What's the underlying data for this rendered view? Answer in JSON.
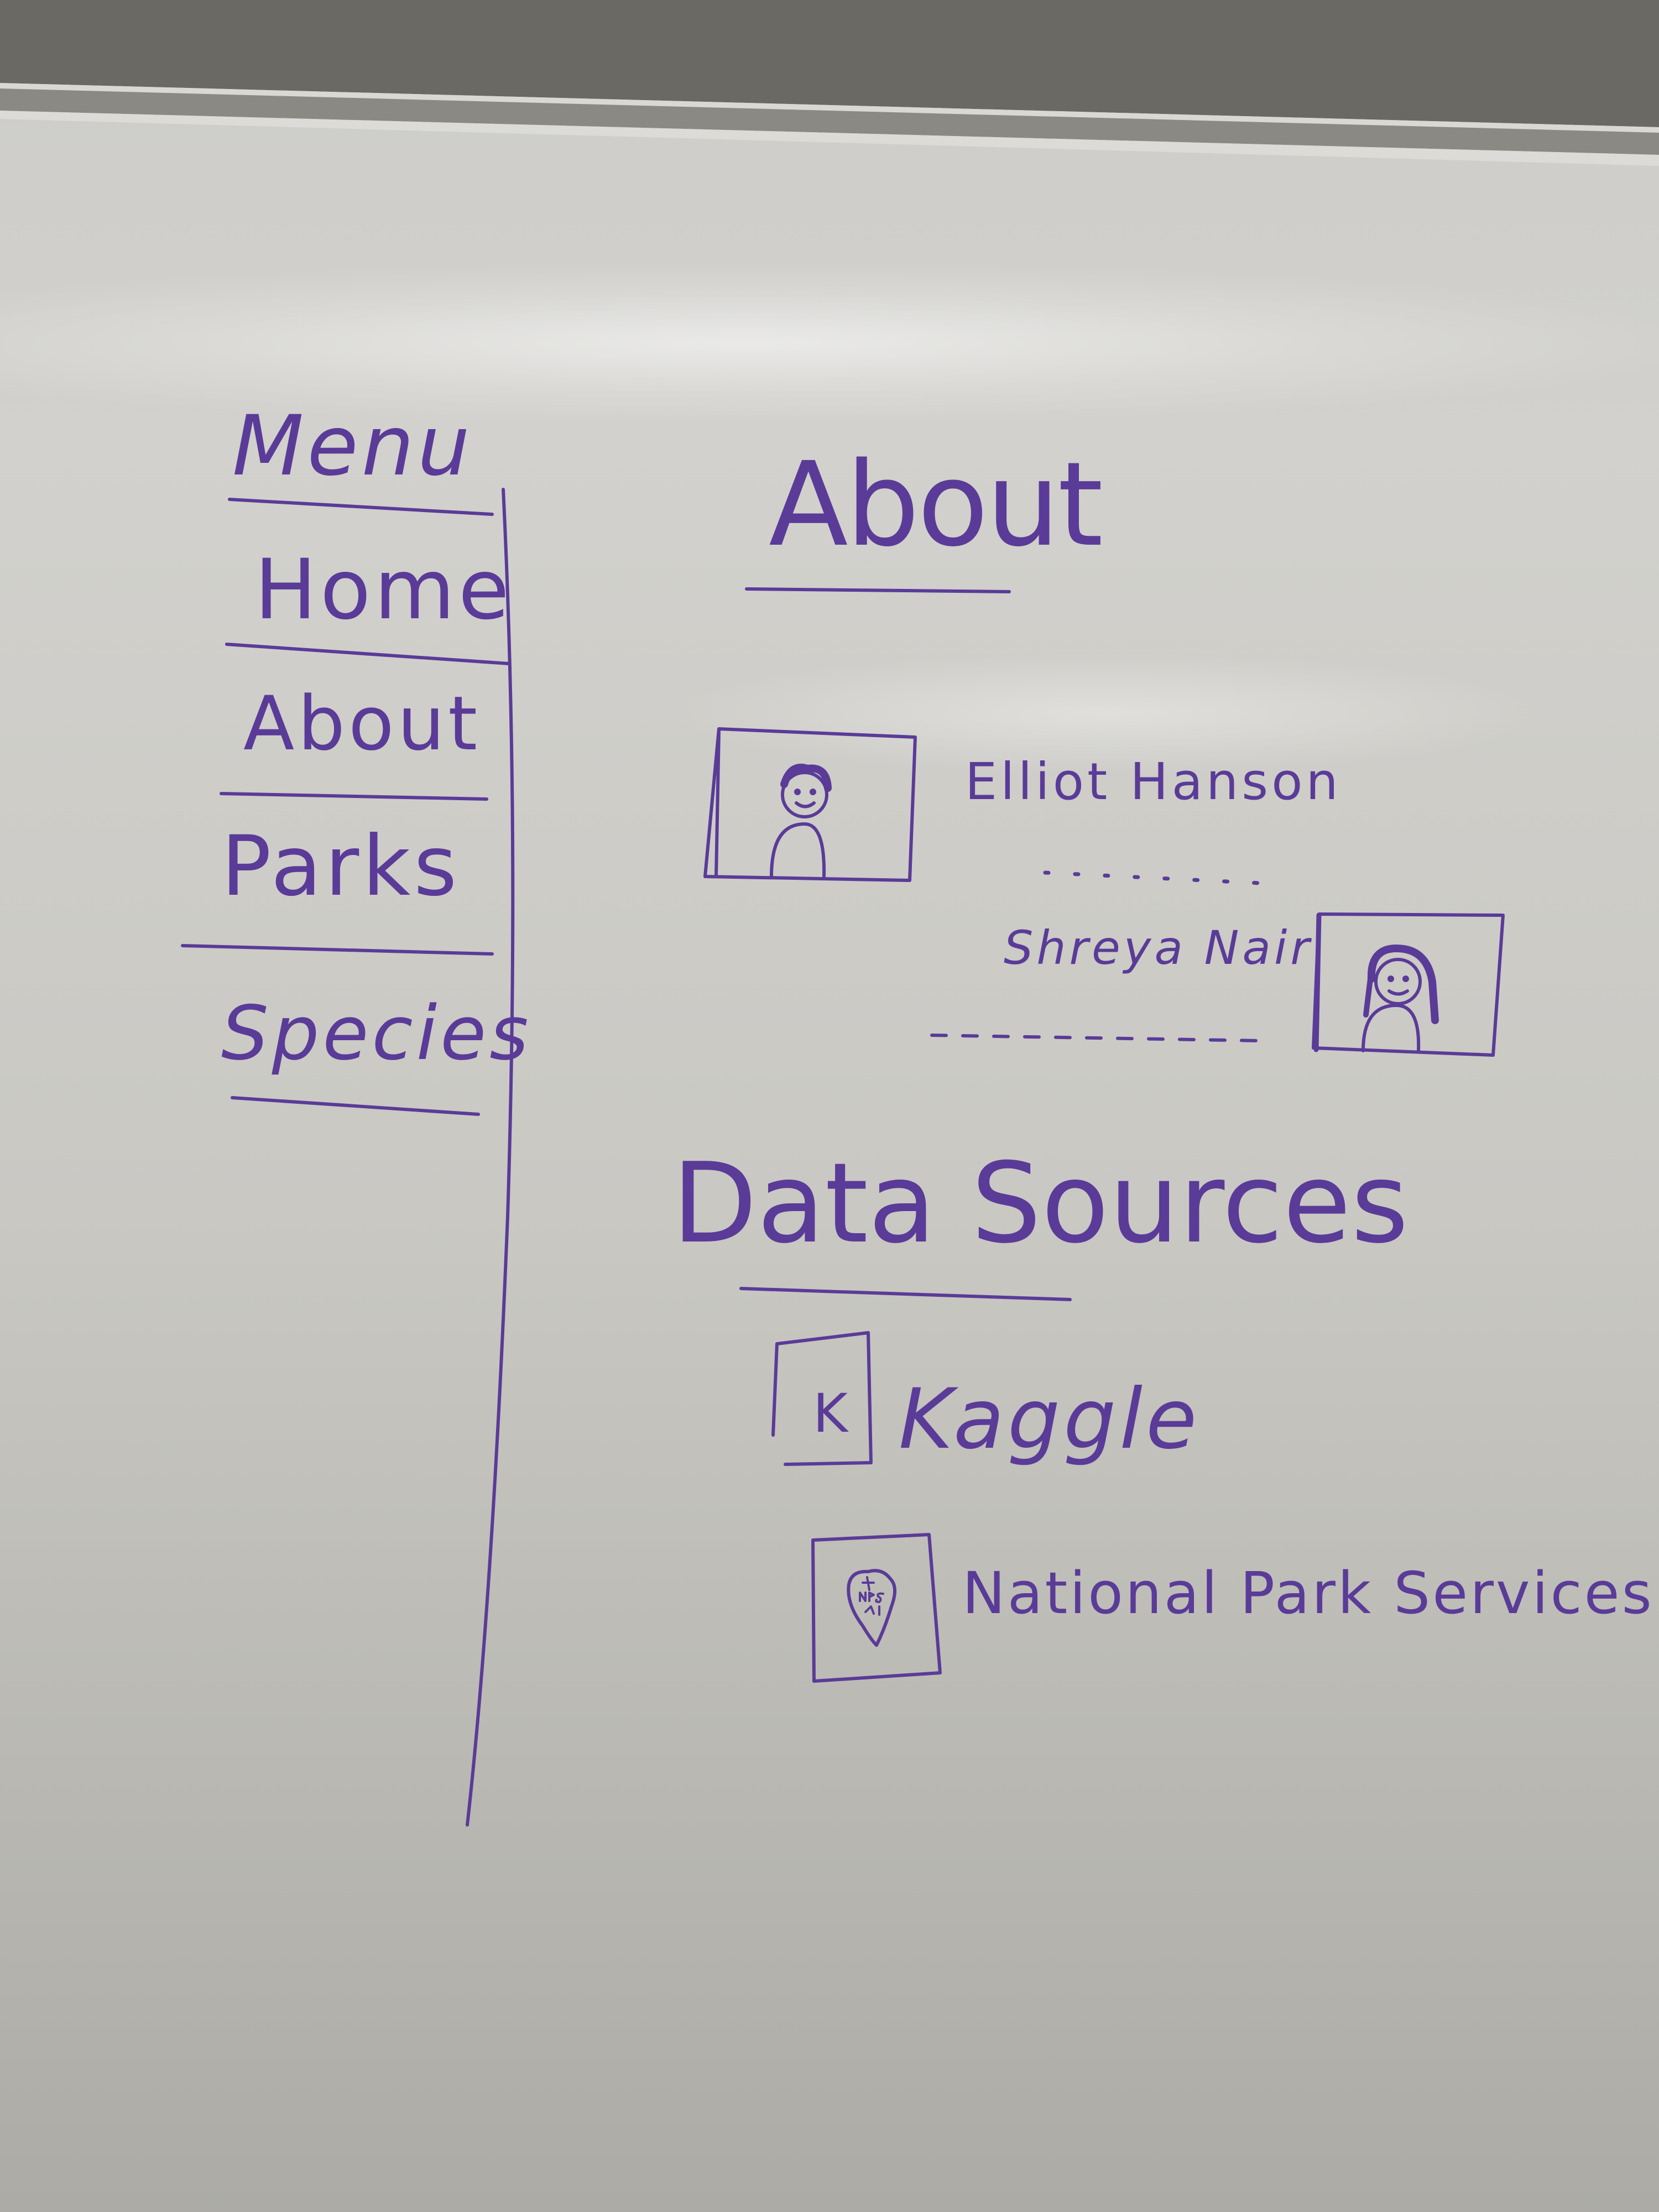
{
  "menu": {
    "title": "Menu",
    "items": [
      {
        "label": "Home"
      },
      {
        "label": "About"
      },
      {
        "label": "Parks"
      },
      {
        "label": "Species"
      }
    ]
  },
  "about": {
    "title": "About",
    "members": [
      {
        "name": "Elliot Hanson",
        "photo_icon": "person-short-hair-icon"
      },
      {
        "name": "Shreya Nair",
        "photo_icon": "person-long-hair-icon"
      }
    ]
  },
  "data_sources": {
    "title": "Data Sources",
    "items": [
      {
        "label": "Kaggle",
        "logo_text": "K",
        "logo_icon": "kaggle-logo-icon"
      },
      {
        "label": "National Park Services",
        "logo_icon": "nps-badge-icon"
      }
    ]
  },
  "colors": {
    "marker": "#5a3b98",
    "board": "#cdccc8",
    "frame": "#5f5e5a"
  }
}
